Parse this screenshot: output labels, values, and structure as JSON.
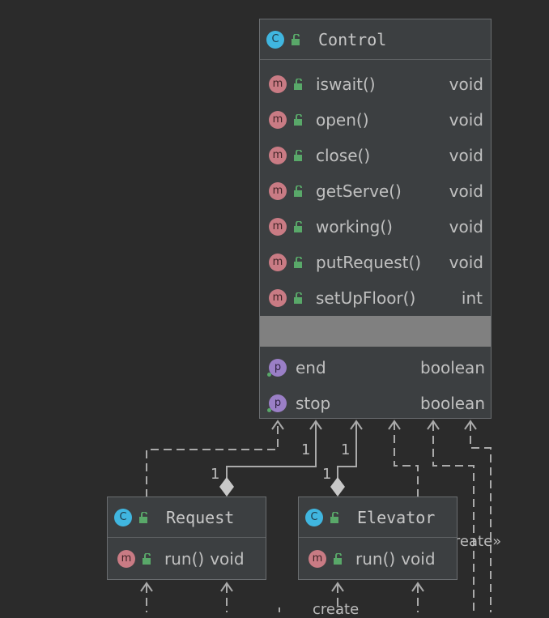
{
  "diagram": {
    "control": {
      "title": "Control",
      "methods": [
        {
          "name": "iswait()",
          "type": "void"
        },
        {
          "name": "open()",
          "type": "void"
        },
        {
          "name": "close()",
          "type": "void"
        },
        {
          "name": "getServe()",
          "type": "void"
        },
        {
          "name": "working()",
          "type": "void"
        },
        {
          "name": "putRequest()",
          "type": "void"
        },
        {
          "name": "setUpFloor()",
          "type": "int"
        }
      ],
      "properties": [
        {
          "name": "end",
          "type": "boolean"
        },
        {
          "name": "stop",
          "type": "boolean"
        }
      ]
    },
    "request": {
      "title": "Request",
      "methods": [
        {
          "name": "run()",
          "type": "void"
        }
      ]
    },
    "elevator": {
      "title": "Elevator",
      "methods": [
        {
          "name": "run()",
          "type": "void"
        }
      ]
    },
    "multiplicities": {
      "request_top": "1",
      "request_bottom": "1",
      "elevator_top": "1",
      "elevator_bottom": "1"
    },
    "labels": {
      "create_right": "«create»",
      "create_bottom": "create"
    },
    "badges": {
      "class": "C",
      "method": "m",
      "property": "p"
    },
    "colors": {
      "background": "#2b2b2b",
      "box": "#3c3f41",
      "class_badge": "#40b6e0",
      "method_badge": "#c97b84",
      "property_badge": "#9a7fc6",
      "lock": "#59a869"
    }
  }
}
